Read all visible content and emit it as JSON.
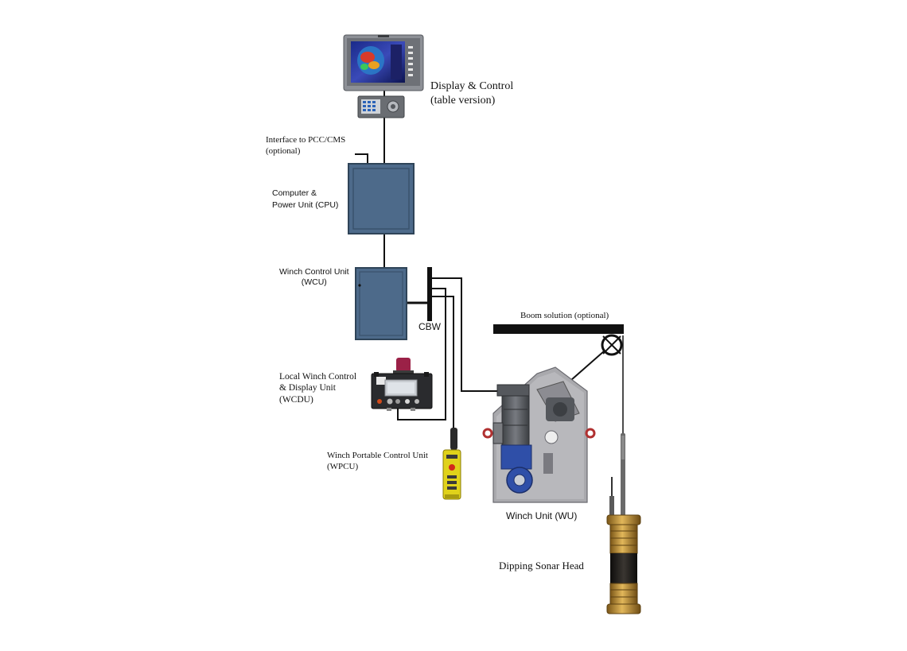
{
  "diagram": {
    "labels": {
      "display_control": [
        "Display & Control",
        "(table version)"
      ],
      "interface": [
        "Interface to PCC/CMS",
        "(optional)"
      ],
      "cpu": [
        "Computer &",
        "Power Unit (CPU)"
      ],
      "wcu": [
        "Winch Control Unit",
        "(WCU)"
      ],
      "cbw": "CBW",
      "boom": "Boom solution (optional)",
      "wcdu": [
        "Local Winch Control",
        "& Display Unit",
        "(WCDU)"
      ],
      "wpcu": [
        "Winch Portable Control Unit",
        "(WPCU)"
      ],
      "wu": "Winch Unit (WU)",
      "sonar": "Dipping Sonar Head"
    },
    "colors": {
      "cable": "#111111",
      "cabinet_fill": "#4d6a8a",
      "cabinet_border": "#2f4458",
      "winch_body": "#a9a9ad",
      "motor": "#55585d",
      "gearbox_blue": "#2f4fa8",
      "pendant_yellow": "#e0d21a",
      "sonar_gold": "#b88a2e",
      "sonar_dark": "#1e1c19",
      "beacon_red": "#9b2147"
    }
  }
}
